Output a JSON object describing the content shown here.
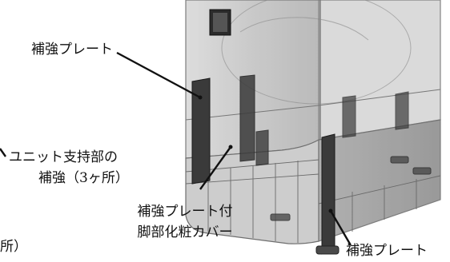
{
  "diagram": {
    "labels": {
      "plate_top_left": "補強プレート",
      "unit_support_line1": "ユニット支持部の",
      "unit_support_line2": "補強（3ヶ所）",
      "plate_with_cover_line1": "補強プレート付",
      "plate_with_cover_line2": "脚部化粧カバー",
      "plate_bottom_right": "補強プレート",
      "cut_off_fragment": "所）"
    }
  },
  "colors": {
    "line": "#111111",
    "body_edge": "#6f6f6f",
    "body_fill": "#cfcfcf",
    "plate": "#3a3a3a",
    "background": "#ffffff"
  }
}
